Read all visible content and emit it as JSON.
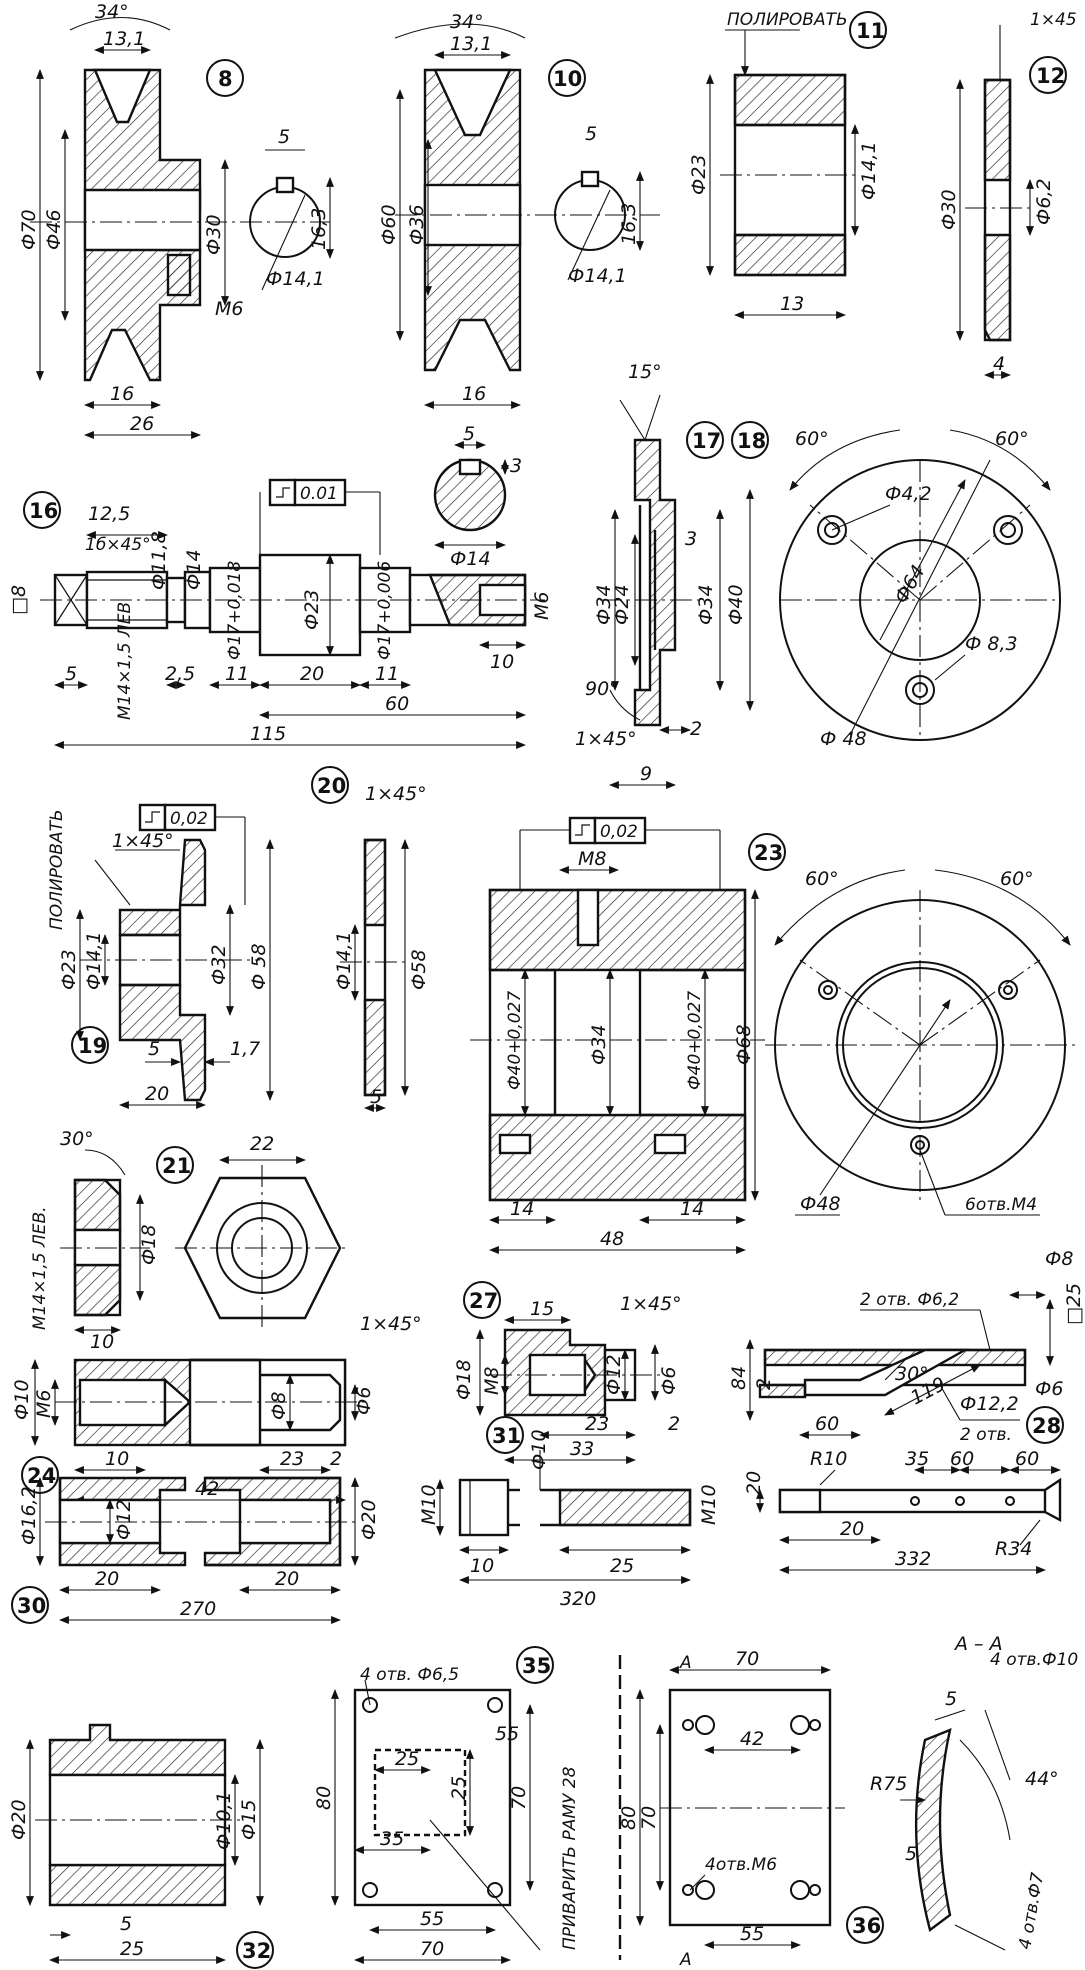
{
  "drawing": {
    "part_numbers": [
      "8",
      "10",
      "11",
      "12",
      "16",
      "17",
      "18",
      "20",
      "19",
      "23",
      "21",
      "27",
      "24",
      "28",
      "31",
      "30",
      "35",
      "32",
      "36"
    ],
    "notes": {
      "polish_11": "ПОЛИРОВАТЬ",
      "polish_19": "ПОЛИРОВАТЬ",
      "weld_35": "ПРИВАРИТЬ РАМУ 28",
      "holes_23": "6отв.М4",
      "holes_35": "4 отв. Ф6,5",
      "holes_36a": "4отв.М6",
      "holes_36b": "4 отв.Ф10",
      "holes_36c": "4 отв.Ф7",
      "holes_28a": "2 отв. Ф6,2",
      "holes_28b": "2 отв.",
      "thread_16": "М14×1,5 ЛЕВ",
      "thread_21": "М14×1,5 ЛЕВ.",
      "section_36": "А – А",
      "section_mark": "А"
    },
    "dims": {
      "p8": [
        "34°",
        "13,1",
        "Ф70",
        "Ф46",
        "Ф30",
        "5",
        "16,3",
        "Ф14,1",
        "М6",
        "16",
        "26"
      ],
      "p10": [
        "34°",
        "13,1",
        "Ф60",
        "Ф36",
        "5",
        "16,3",
        "Ф14,1",
        "16"
      ],
      "p11": [
        "Ф23",
        "Ф14,1",
        "13"
      ],
      "p12": [
        "1×45",
        "Ф30",
        "Ф6,2",
        "4"
      ],
      "p16": [
        "12,5",
        "1б×45°",
        "Ф11,8",
        "Ф14",
        "0.01",
        "Ф23",
        "Ф17+0,018",
        "Ф17+0,006",
        "5",
        "3",
        "Ф14",
        "М6",
        "□8",
        "5",
        "2,5",
        "11",
        "20",
        "11",
        "10",
        "60",
        "115"
      ],
      "p17_18": [
        "15°",
        "Ф34",
        "Ф24",
        "3",
        "Ф34",
        "Ф40",
        "90°",
        "1×45°",
        "2",
        "9",
        "60°",
        "60°",
        "Ф4,2",
        "Ф64",
        "Ф 8,3",
        "Ф 48"
      ],
      "p19": [
        "0,02",
        "1×45°",
        "Ф23",
        "Ф14,1",
        "Ф32",
        "Ф 58",
        "5",
        "1,7",
        "20"
      ],
      "p20": [
        "1×45°",
        "Ф14,1",
        "Ф58",
        "5"
      ],
      "p23": [
        "0,02",
        "М8",
        "Ф40+0,027",
        "Ф34",
        "Ф40+0,027",
        "Ф68",
        "14",
        "14",
        "48",
        "60°",
        "60°",
        "Ф48"
      ],
      "p21": [
        "30°",
        "22",
        "Ф18",
        "10"
      ],
      "p27": [
        "15",
        "1×45°",
        "Ф6",
        "Ф18",
        "М8",
        "Ф12",
        "23",
        "33",
        "2"
      ],
      "p24": [
        "1×45°",
        "Ф10",
        "М6",
        "Ф8",
        "Ф6",
        "10",
        "23",
        "2",
        "42"
      ],
      "p28": [
        "Ф8",
        "□25",
        "84",
        "2",
        "30°",
        "Ф6",
        "60",
        "119",
        "Ф12,2",
        "20",
        "R10",
        "35",
        "60",
        "60",
        "20",
        "R34",
        "332"
      ],
      "p31": [
        "Ф10",
        "М10",
        "М10",
        "10",
        "25",
        "320"
      ],
      "p30": [
        "Ф16,2",
        "Ф12",
        "Ф20",
        "20",
        "20",
        "270"
      ],
      "p35": [
        "25",
        "55",
        "25",
        "70",
        "80",
        "35",
        "55",
        "70"
      ],
      "p36": [
        "70",
        "42",
        "80",
        "70",
        "55",
        "5",
        "R75",
        "44°",
        "5"
      ],
      "p32": [
        "Ф20",
        "Ф10,1",
        "Ф15",
        "5",
        "25"
      ]
    }
  }
}
